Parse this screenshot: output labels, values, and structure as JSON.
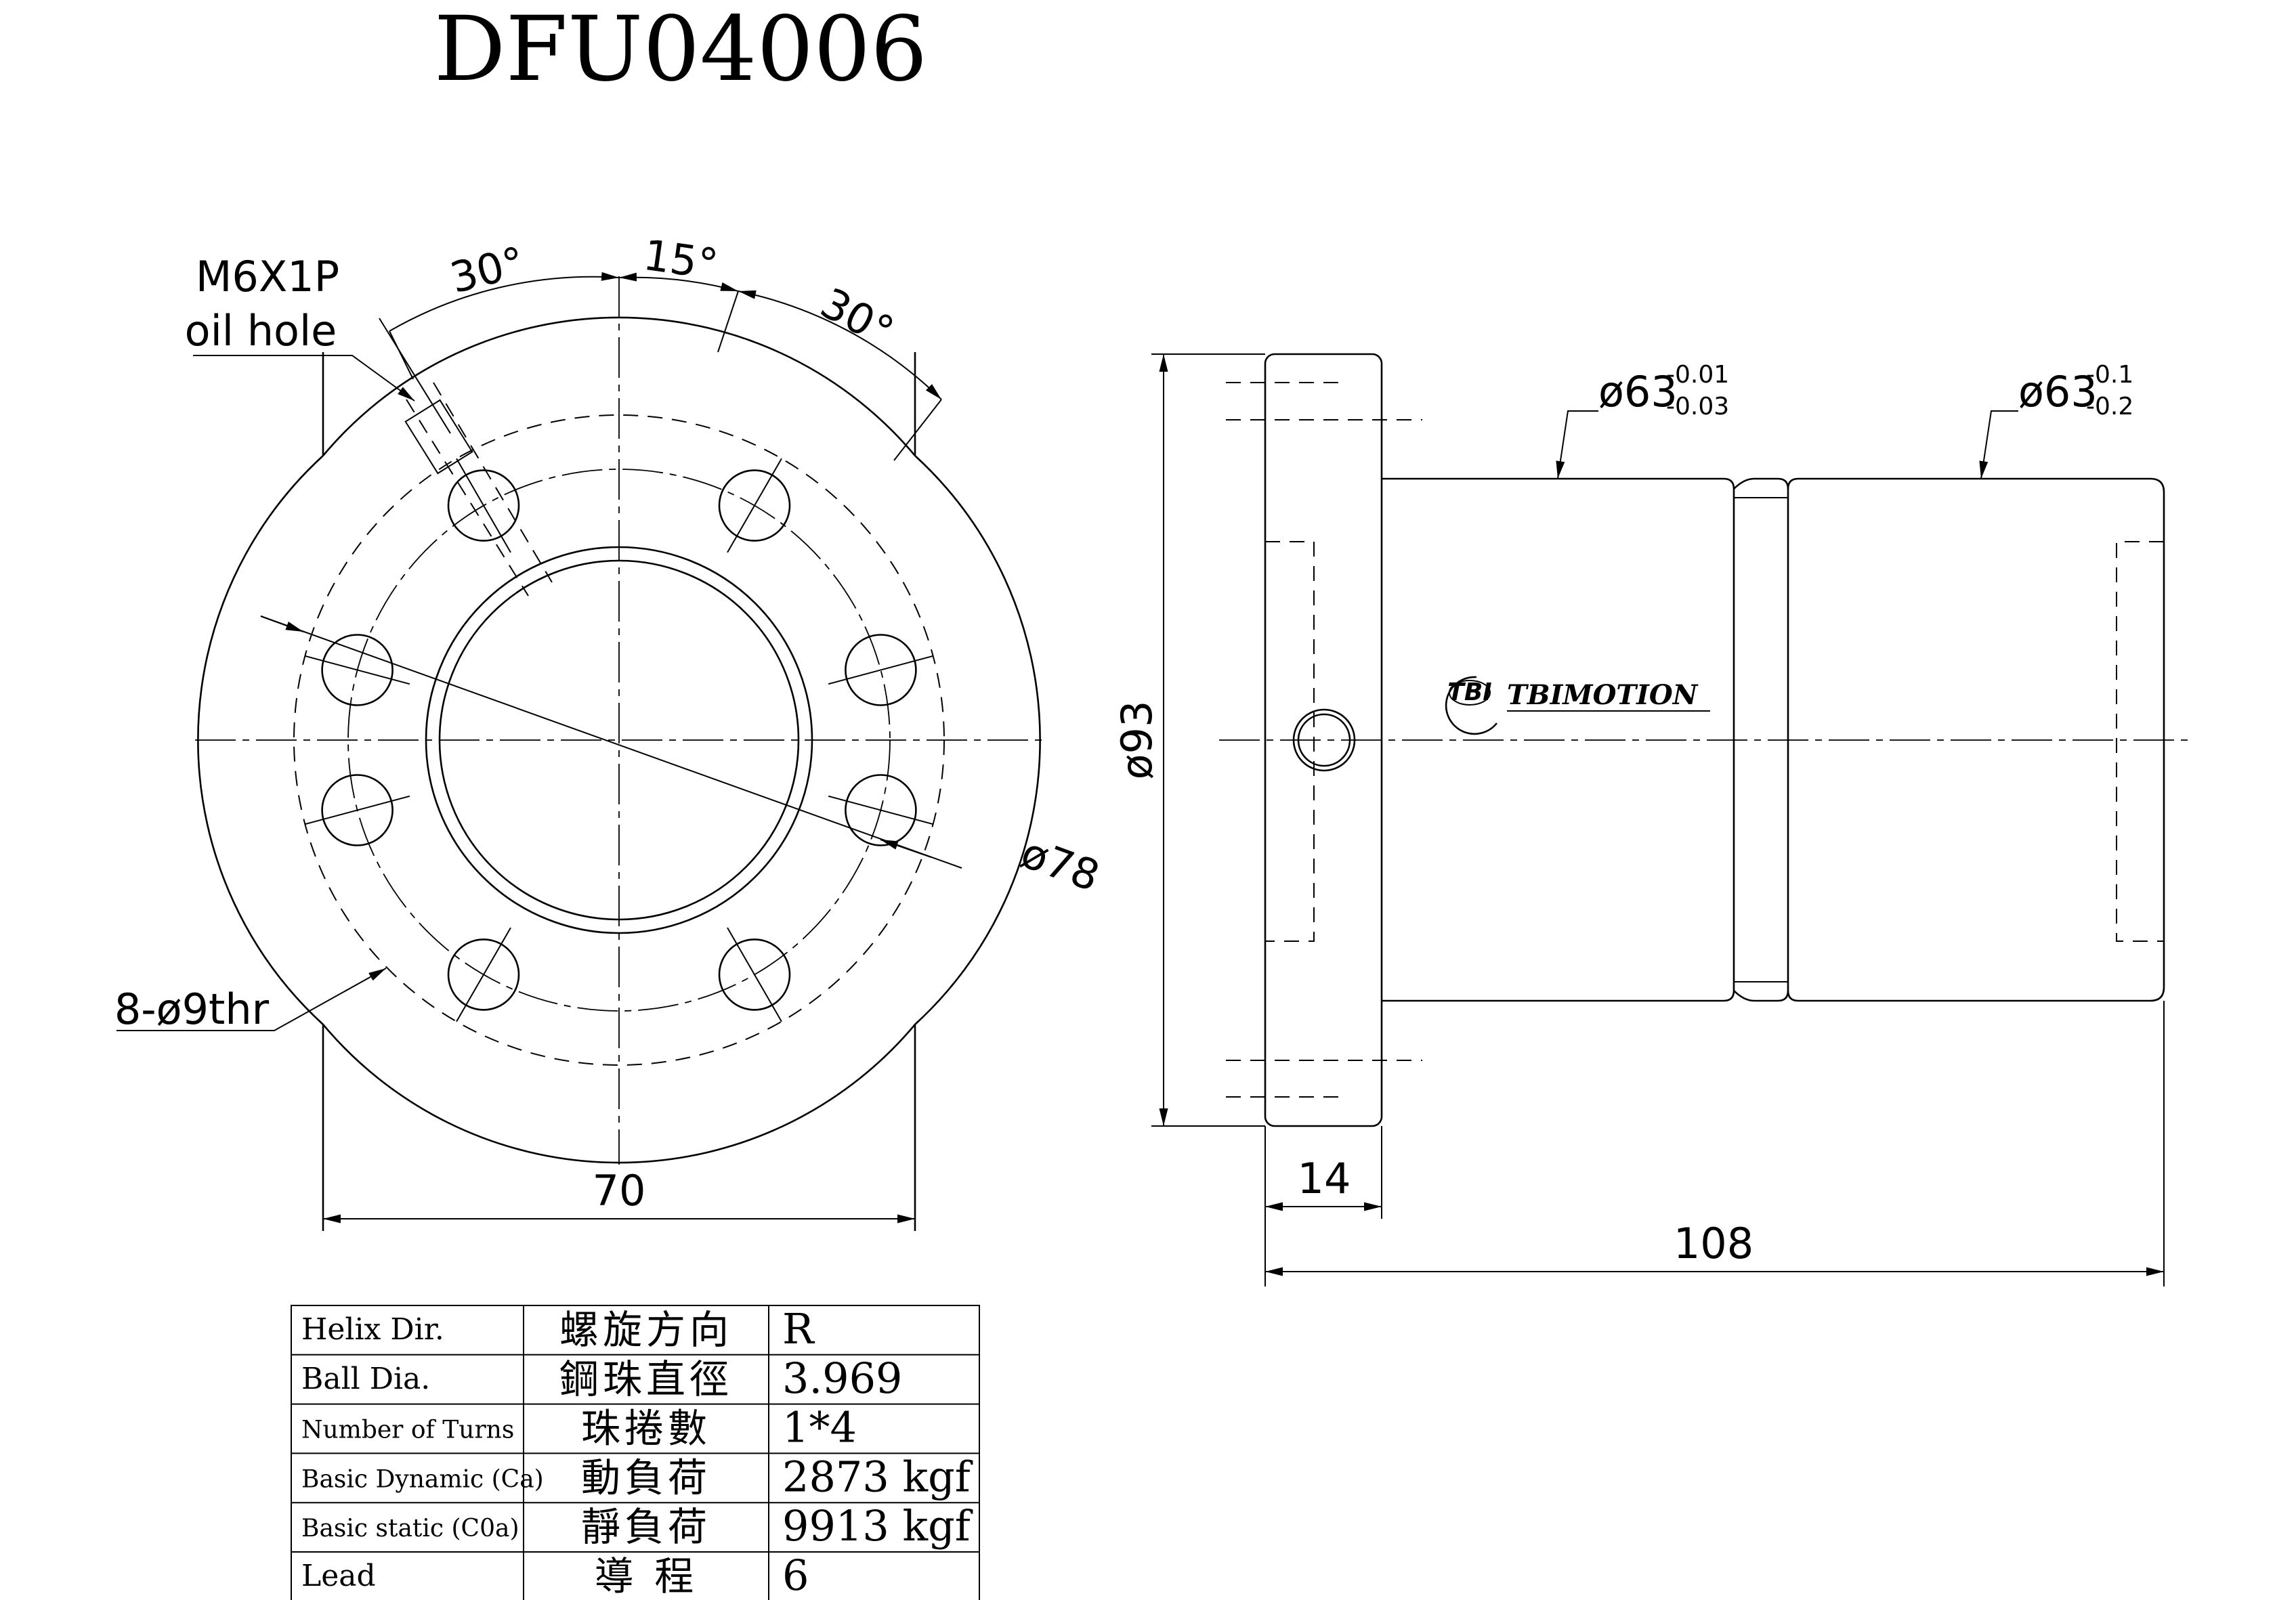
{
  "title": "DFU04006",
  "front_view": {
    "oil_hole_label_line1": "M6X1P",
    "oil_hole_label_line2": "oil hole",
    "angle_left": "30°",
    "angle_top": "15°",
    "angle_right": "30°",
    "pcd_label": "ø78",
    "holes_label": "8-ø9thr",
    "width_label": "70"
  },
  "side_view": {
    "diameter_flange": "ø93",
    "diameter_body1": "ø63",
    "tol1_upper": "-0.01",
    "tol1_lower": "-0.03",
    "diameter_body2": "ø63",
    "tol2_upper": "-0.1",
    "tol2_lower": "-0.2",
    "flange_thickness": "14",
    "total_length": "108",
    "logo_badge": "TBI",
    "logo_text": "TBIMOTION"
  },
  "spec_table": [
    {
      "en": "Helix  Dir.",
      "zh": "螺旋方向",
      "value": "R"
    },
    {
      "en": "Ball Dia.",
      "zh": "鋼珠直徑",
      "value": "3.969"
    },
    {
      "en": "Number of Turns",
      "zh": "珠捲數",
      "value": "1*4"
    },
    {
      "en": "Basic Dynamic (Ca)",
      "zh": "動負荷",
      "value": "2873 kgf"
    },
    {
      "en": "Basic static (C0a)",
      "zh": "靜負荷",
      "value": "9913 kgf"
    },
    {
      "en": "Lead",
      "zh": "導  程",
      "value": "6"
    }
  ]
}
